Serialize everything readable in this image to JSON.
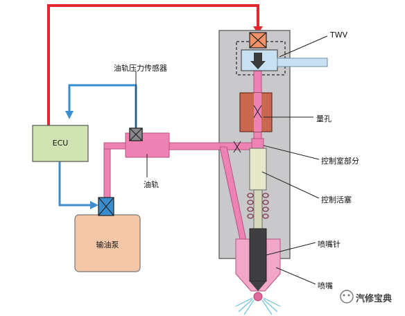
{
  "labels": {
    "ecu": "ECU",
    "pump": "输油泵",
    "pressure_sensor": "油轨压力传感器",
    "rail": "油轨",
    "twv": "TWV",
    "orifice": "量孔",
    "control_chamber": "控制室部分",
    "control_piston": "控制活塞",
    "needle": "喷嘴针",
    "nozzle": "喷嘴"
  },
  "watermark": {
    "text": "汽修宝典"
  },
  "colors": {
    "signal_red": "#e0282e",
    "signal_blue": "#3a8ed0",
    "fuel_pink": "#ee82b4",
    "injector_body": "#c9c9cc",
    "ecu_fill": "#d2e3b3",
    "pump_fill": "#f3c7a7",
    "orifice_fill": "#c9674f",
    "twv_fill": "#f09166"
  }
}
